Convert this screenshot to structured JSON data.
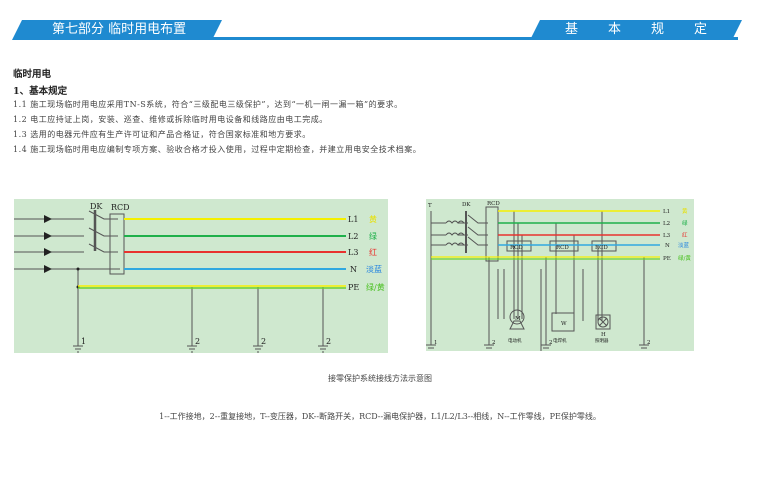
{
  "header": {
    "left": "第七部分  临时用电布置",
    "right": [
      "基",
      "本",
      "规",
      "定"
    ]
  },
  "section_title": "临时用电",
  "subsection_title": "1、基本规定",
  "items": [
    "1.1 施工现场临时用电应采用TN-S系统，符合“三级配电三级保护”，达到“一机一闸一漏一箱”的要求。",
    "1.2 电工应持证上岗，安装、巡查、维修或拆除临时用电设备和线路应由电工完成。",
    "1.3 选用的电器元件应有生产许可证和产品合格证，符合国家标准和地方要求。",
    "1.4 施工现场临时用电应编制专项方案、验收合格才投入使用，过程中定期检查，并建立用电安全技术档案。"
  ],
  "diagram_left": {
    "dk": "DK",
    "rcd": "RCD",
    "lines": [
      {
        "name": "L1",
        "color_label": "黄",
        "color": "#f5f000"
      },
      {
        "name": "L2",
        "color_label": "绿",
        "color": "#1fb04a"
      },
      {
        "name": "L3",
        "color_label": "红",
        "color": "#e8322e"
      },
      {
        "name": "N",
        "color_label": "淡蓝",
        "color": "#30a8e0"
      },
      {
        "name": "PE",
        "color_label": "绿/黄",
        "color": "#6ad030"
      }
    ],
    "ground_labels": [
      "1",
      "2",
      "2",
      "2"
    ]
  },
  "diagram_right": {
    "t": "T",
    "dk": "DK",
    "rcd": "RCD",
    "devices": [
      {
        "rcd": "RCD",
        "symbol": "M",
        "name": "电动机"
      },
      {
        "rcd": "RCD",
        "symbol": "W",
        "name": "电焊机"
      },
      {
        "rcd": "RCD",
        "symbol": "H",
        "name": "照明器"
      }
    ],
    "ground_labels": [
      "1",
      "2",
      "2",
      "2"
    ]
  },
  "caption": "接零保护系统接线方法示意图",
  "legend": "1--工作接地，2--重复接地，T--变压器，DK--断路开关，RCD--漏电保护器，L1/L2/L3--相线，N--工作零线，PE保护零线。"
}
